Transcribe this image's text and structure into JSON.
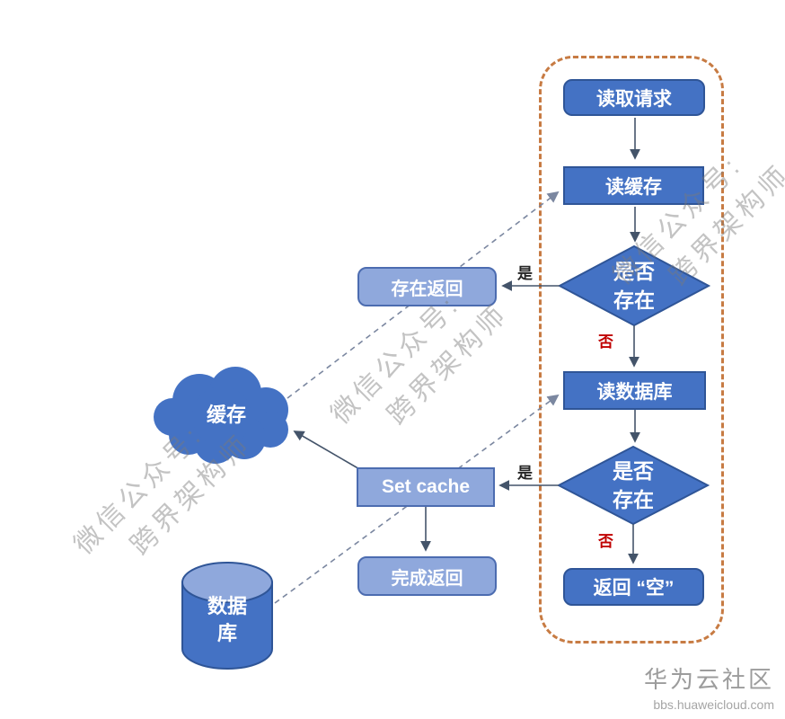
{
  "nodes": {
    "read_request": "读取请求",
    "read_cache": "读缓存",
    "decision1_line1": "是否",
    "decision1_line2": "存在",
    "read_database": "读数据库",
    "decision2_line1": "是否",
    "decision2_line2": "存在",
    "return_empty": "返回 “空”",
    "exists_return": "存在返回",
    "set_cache": "Set cache",
    "done_return": "完成返回",
    "cache": "缓存",
    "database_line1": "数据",
    "database_line2": "库"
  },
  "edge_labels": {
    "yes": "是",
    "no": "否"
  },
  "watermark": {
    "line1": "微信公众号:",
    "line2": "跨界架构师"
  },
  "footer": {
    "site": "华为云社区",
    "url": "bbs.huaweicloud.com"
  },
  "colors": {
    "node_blue": "#4472C4",
    "node_border": "#2F5597",
    "light_blue": "#8FA8DC",
    "frame_orange": "#C77B43",
    "no_red": "#C00000",
    "connector": "#44546A"
  }
}
